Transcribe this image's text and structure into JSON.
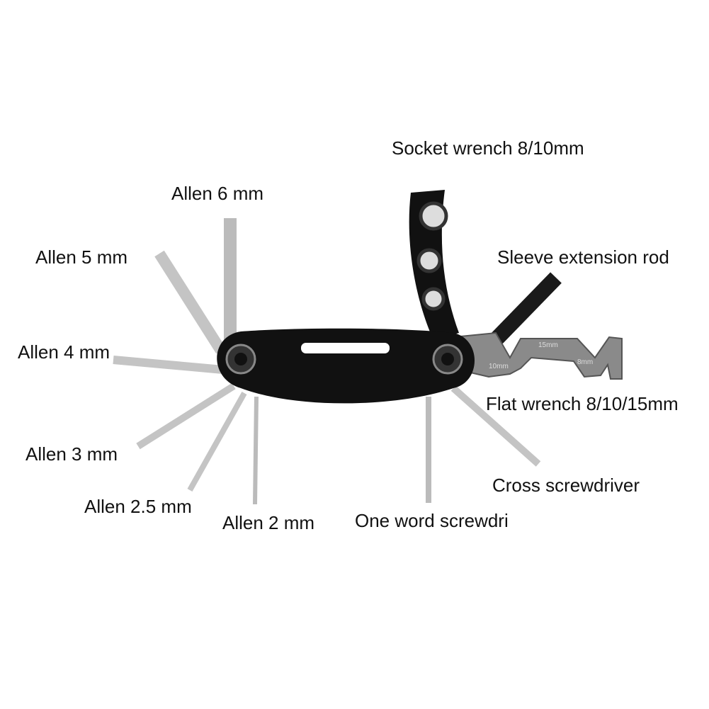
{
  "labels": {
    "socket_wrench": "Socket wrench 8/10mm",
    "allen_6": "Allen 6 mm",
    "allen_5": "Allen 5 mm",
    "sleeve_rod": "Sleeve extension rod",
    "allen_4": "Allen 4 mm",
    "flat_wrench": "Flat wrench 8/10/15mm",
    "allen_3": "Allen 3 mm",
    "cross_screwdriver": "Cross screwdriver",
    "allen_2_5": "Allen 2.5 mm",
    "allen_2": "Allen 2 mm",
    "one_word": "One word screwdri"
  },
  "wrench_markings": [
    "15mm",
    "10mm",
    "8mm"
  ],
  "colors": {
    "body": "#111111",
    "steel": "#c8c8c8",
    "wrench": "#8a8a8a"
  }
}
